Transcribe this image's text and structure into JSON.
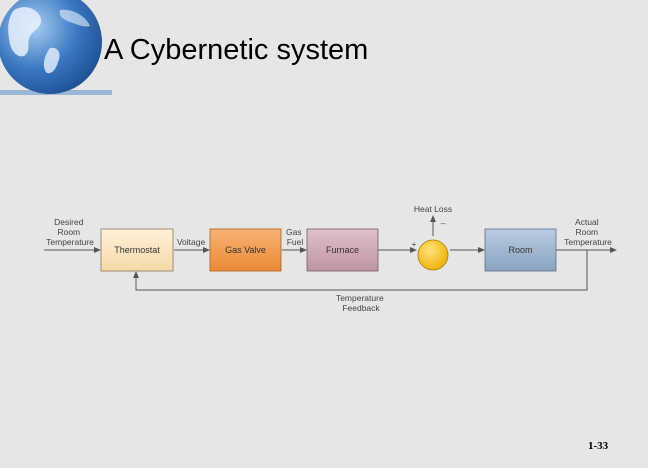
{
  "slide": {
    "title": "A Cybernetic system",
    "page_number": "1-33"
  },
  "diagram": {
    "input_label": [
      "Desired",
      "Room",
      "Temperature"
    ],
    "output_label": [
      "Actual",
      "Room",
      "Temperature"
    ],
    "blocks": {
      "thermostat": "Thermostat",
      "gas_valve": "Gas Valve",
      "furnace": "Furnace",
      "room": "Room"
    },
    "edge_labels": {
      "voltage": "Voltage",
      "gas_fuel": [
        "Gas",
        "Fuel"
      ],
      "heat_loss": "Heat Loss",
      "plus": "+",
      "minus": "–"
    },
    "feedback_label": [
      "Temperature",
      "Feedback"
    ]
  },
  "colors": {
    "background": "#e6e6e6",
    "thermostat": "#fde5bd",
    "gas_valve": "#f39a4e",
    "furnace": "#cfa8b4",
    "room": "#9fb6cf",
    "summing_junction": "#f9c21f",
    "lines": "#555555",
    "globe": "#2f6cb4"
  }
}
